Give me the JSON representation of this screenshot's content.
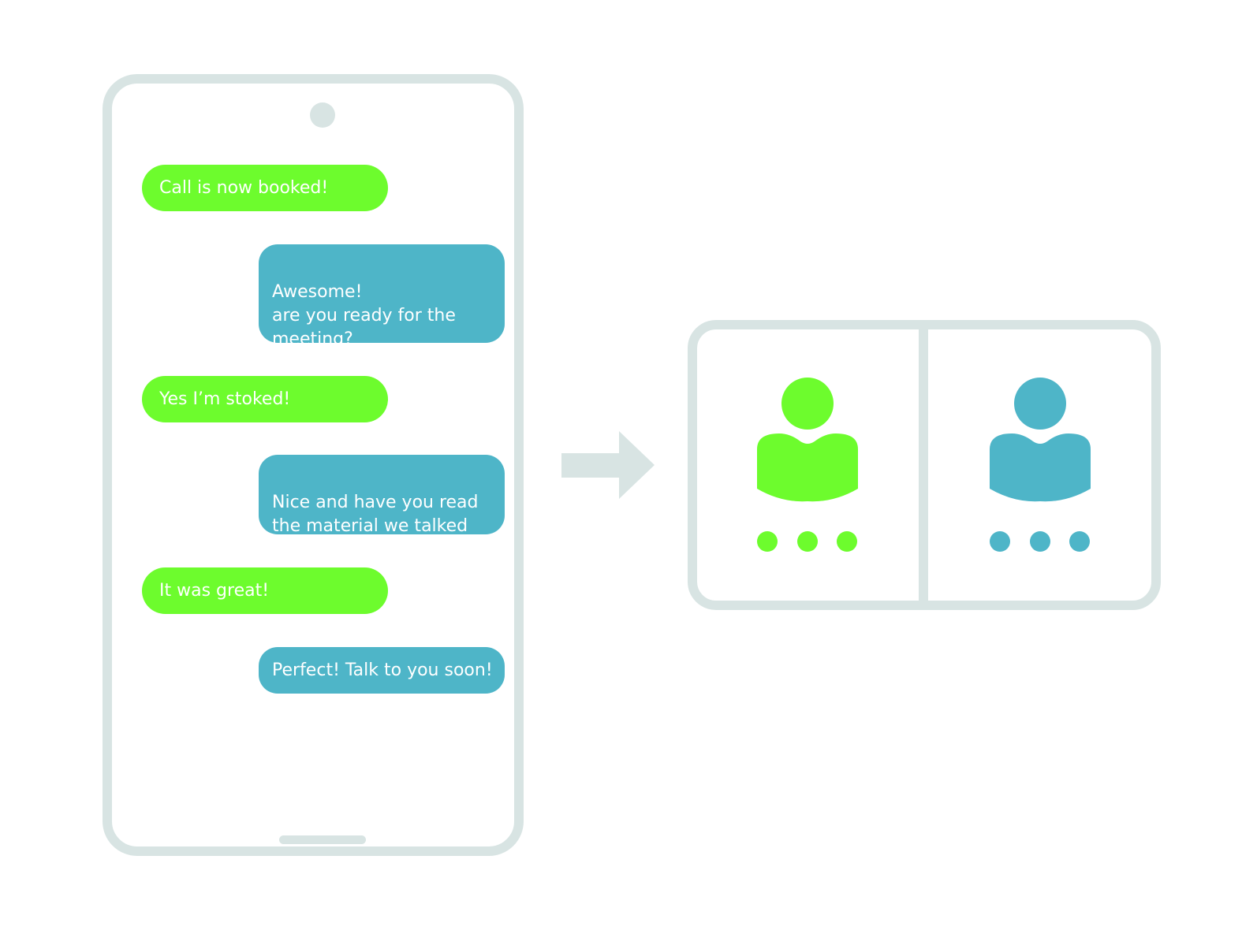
{
  "colors": {
    "frame": "#d8e4e3",
    "green": "#6dfc2d",
    "blue": "#4eb5c8",
    "text": "#ffffff"
  },
  "chat": {
    "messages": [
      {
        "sender": "green",
        "text": "Call is now booked!"
      },
      {
        "sender": "blue",
        "text": "Awesome!\nare you ready for the meeting?"
      },
      {
        "sender": "green",
        "text": "Yes I’m stoked!"
      },
      {
        "sender": "blue",
        "text": "Nice and have you read the material we talked about?"
      },
      {
        "sender": "green",
        "text": "It was great!"
      },
      {
        "sender": "blue",
        "text": "Perfect! Talk to you soon!"
      }
    ]
  },
  "video_call": {
    "participants": [
      {
        "color": "green",
        "icon": "person-icon",
        "status": "typing-dots-icon"
      },
      {
        "color": "blue",
        "icon": "person-icon",
        "status": "typing-dots-icon"
      }
    ]
  },
  "arrow": {
    "icon": "arrow-right-icon"
  }
}
